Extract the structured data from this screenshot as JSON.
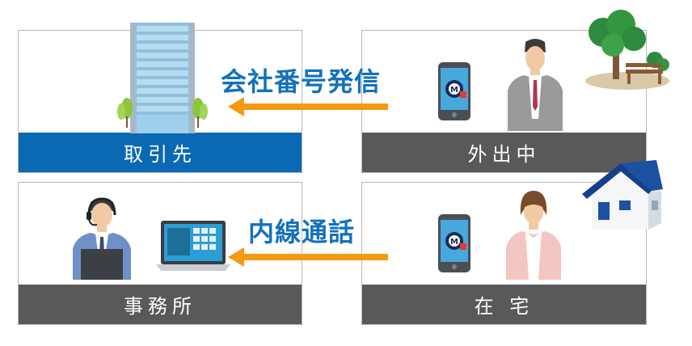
{
  "panels": {
    "client": "取引先",
    "outside": "外出中",
    "office": "事務所",
    "home": "在 宅"
  },
  "arrows": {
    "top": "会社番号発信",
    "bottom": "内線通話"
  },
  "colors": {
    "blue_label": "#0b68b4",
    "gray_label": "#595959",
    "arrow_orange": "#f39a12",
    "arrow_text_blue": "#1371ba"
  }
}
